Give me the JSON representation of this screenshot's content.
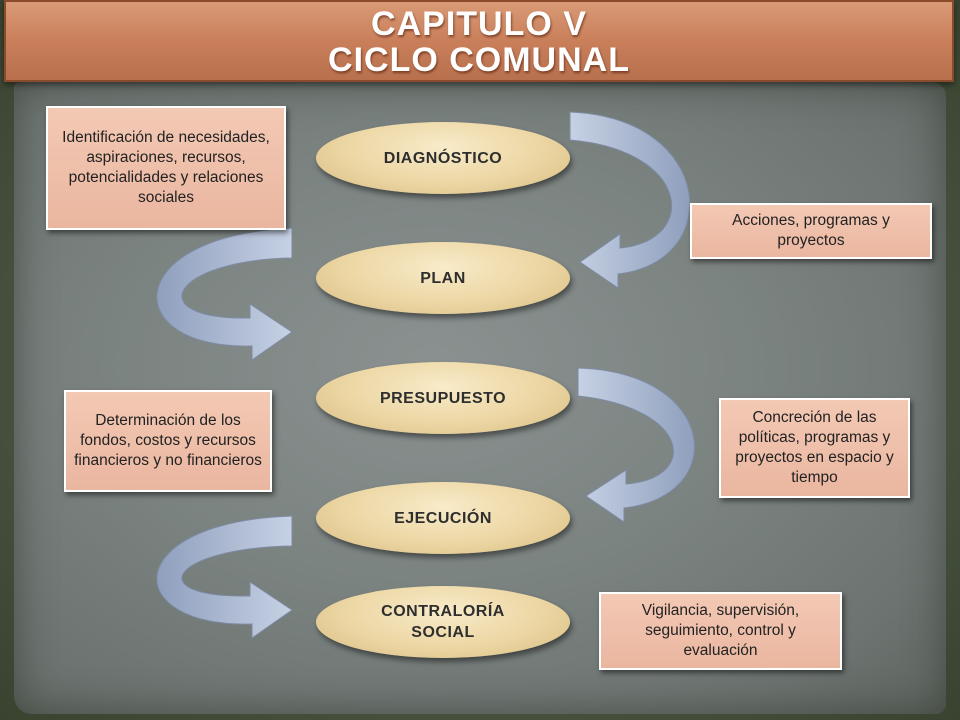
{
  "title": {
    "line1": "CAPITULO V",
    "line2": "CICLO COMUNAL"
  },
  "stages": [
    {
      "label": "DIAGNÓSTICO"
    },
    {
      "label": "PLAN"
    },
    {
      "label": "PRESUPUESTO"
    },
    {
      "label": "EJECUCIÓN"
    },
    {
      "label_line1": "CONTRALORÍA",
      "label_line2": "SOCIAL"
    }
  ],
  "notes": {
    "diagnostico": "Identificación de necesidades, aspiraciones, recursos, potencialidades y relaciones sociales",
    "plan": "Acciones, programas y proyectos",
    "presupuesto": "Determinación de los fondos, costos y recursos financieros y no financieros",
    "ejecucion": "Concreción de las políticas, programas y proyectos en espacio y tiempo",
    "contraloria": "Vigilancia, supervisión, seguimiento, control y evaluación"
  },
  "colors": {
    "title_bar": "#c97f5a",
    "oval": "#ecd6a3",
    "note": "#eab6a0",
    "arrow": "#a9b7d0",
    "board": "#7b8381"
  }
}
